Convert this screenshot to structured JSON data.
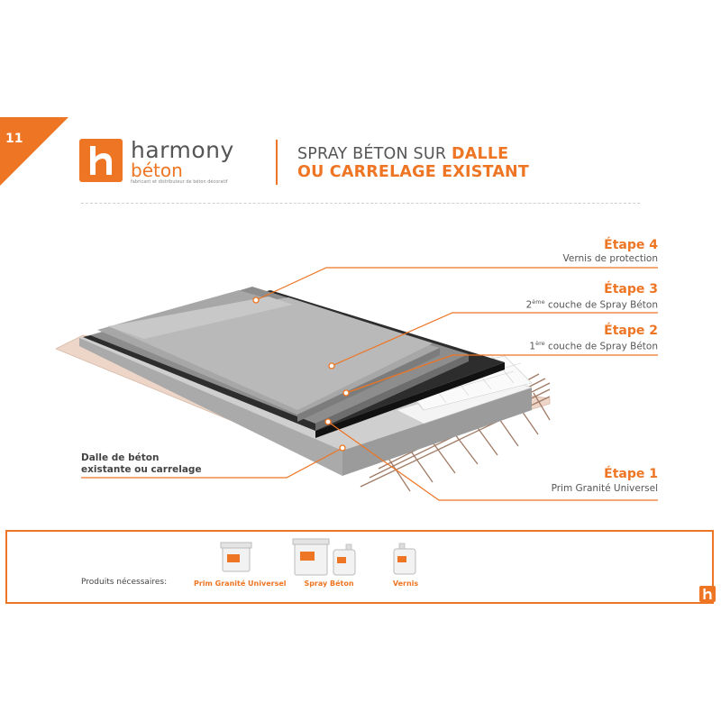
{
  "page": {
    "number": "11"
  },
  "brand": {
    "name_line1": "harmony",
    "name_line2": "béton",
    "tagline": "fabricant et distributeur de béton décoratif",
    "color": "#ee7523"
  },
  "title": {
    "line1_prefix": "SPRAY BÉTON SUR ",
    "line1_highlight": "DALLE",
    "line2": "OU CARRELAGE EXISTANT"
  },
  "steps": [
    {
      "title": "Étape 4",
      "desc": "Vernis de protection"
    },
    {
      "title": "Étape 3",
      "desc_sup": "ème",
      "desc_pre": "2",
      "desc_post": " couche de Spray Béton"
    },
    {
      "title": "Étape 2",
      "desc_sup": "ère",
      "desc_pre": "1",
      "desc_post": " couche de Spray Béton"
    },
    {
      "title": "Étape 1",
      "desc": "Prim Granité Universel"
    }
  ],
  "base": {
    "line1": "Dalle de béton",
    "line2": "existante ou carrelage"
  },
  "products": {
    "label": "Produits nécessaires:",
    "items": [
      {
        "name": "Prim Granité Universel"
      },
      {
        "name": "Spray Béton"
      },
      {
        "name": "Vernis"
      }
    ]
  }
}
